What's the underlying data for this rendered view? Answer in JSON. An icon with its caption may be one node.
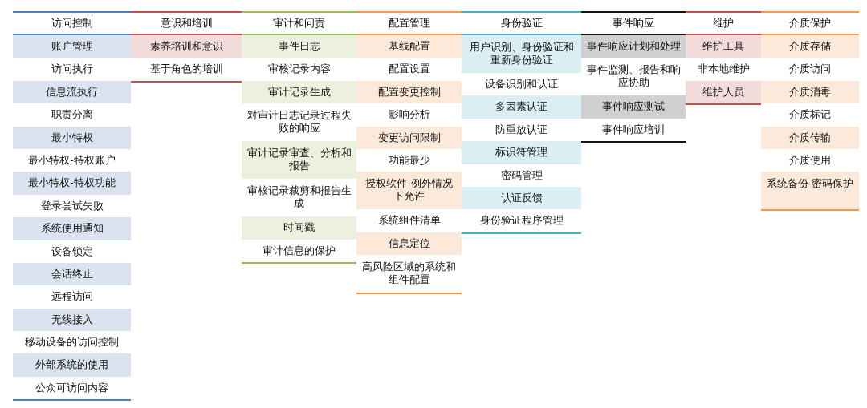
{
  "diagram": {
    "nodes": [
      {
        "text": [
          "访问控制"
        ]
      },
      {
        "text": [
          "账户管理"
        ],
        "in": 0
      },
      {
        "text": [
          "访问执行"
        ],
        "in": 0
      },
      {
        "text": [
          "信息流执行"
        ],
        "in": 0
      },
      {
        "text": [
          "职责分离"
        ],
        "in": 0
      },
      {
        "text": [
          "最小特权"
        ],
        "in": 0
      },
      {
        "text": [
          "最小特权-特权账户"
        ],
        "in": 0
      },
      {
        "text": [
          "最小特权-特权功能"
        ],
        "in": 0
      },
      {
        "text": [
          "登录尝试失败"
        ],
        "in": 0
      },
      {
        "text": [
          "系统使用通知"
        ],
        "in": 0
      },
      {
        "text": [
          "设备锁定"
        ],
        "in": 0
      },
      {
        "text": [
          "会话终止"
        ],
        "in": 0
      },
      {
        "text": [
          "远程访问"
        ],
        "in": 0
      },
      {
        "text": [
          "无线接入"
        ],
        "in": 0
      },
      {
        "text": [
          "移动设备的访问控制"
        ],
        "in": 0
      },
      {
        "text": [
          "外部系统的使用"
        ],
        "in": 0
      },
      {
        "text": [
          "公众可访问内容"
        ],
        "in": 0
      },
      {
        "text": [
          "意识和培训"
        ]
      },
      {
        "text": [
          "素养培训和意识"
        ],
        "in": 17
      },
      {
        "text": [
          "基于角色的培训"
        ],
        "in": 17
      },
      {
        "text": [
          "审计和问责"
        ]
      },
      {
        "text": [
          "事件日志"
        ],
        "in": 20
      },
      {
        "text": [
          "审核记录内容"
        ],
        "in": 20
      },
      {
        "text": [
          "审计记录生成"
        ],
        "in": 20
      },
      {
        "text": [
          "对审计日志记录过程失败的响应"
        ],
        "in": 20
      },
      {
        "text": [
          "审计记录审查、分析和报告"
        ],
        "in": 20
      },
      {
        "text": [
          "审核记录裁剪和报告生成"
        ],
        "in": 20
      },
      {
        "text": [
          "时间戳"
        ],
        "in": 20
      },
      {
        "text": [
          "审计信息的保护"
        ],
        "in": 20
      },
      {
        "text": [
          "配置管理"
        ]
      },
      {
        "text": [
          "基线配置"
        ],
        "in": 29
      },
      {
        "text": [
          "配置设置"
        ],
        "in": 29
      },
      {
        "text": [
          "配置变更控制"
        ],
        "in": 29
      },
      {
        "text": [
          "影响分析"
        ],
        "in": 29
      },
      {
        "text": [
          "变更访问限制"
        ],
        "in": 29
      },
      {
        "text": [
          "功能最少"
        ],
        "in": 29
      },
      {
        "text": [
          "授权软件-例外情况下允许"
        ],
        "in": 29
      },
      {
        "text": [
          "系统组件清单"
        ],
        "in": 29
      },
      {
        "text": [
          "信息定位"
        ],
        "in": 29
      },
      {
        "text": [
          "高风险区域的系统和组件配置"
        ],
        "in": 29
      },
      {
        "text": [
          "身份验证"
        ]
      },
      {
        "text": [
          "用户识别、身份验证和重新身份验证"
        ],
        "in": 40
      },
      {
        "text": [
          "设备识别和认证"
        ],
        "in": 40
      },
      {
        "text": [
          "多因素认证"
        ],
        "in": 40
      },
      {
        "text": [
          "防重放认证"
        ],
        "in": 40
      },
      {
        "text": [
          "标识符管理"
        ],
        "in": 40
      },
      {
        "text": [
          "密码管理"
        ],
        "in": 40
      },
      {
        "text": [
          "认证反馈"
        ],
        "in": 40
      },
      {
        "text": [
          "身份验证程序管理"
        ],
        "in": 40
      },
      {
        "text": [
          "事件响应"
        ]
      },
      {
        "text": [
          "事件响应计划和处理"
        ],
        "in": 49
      },
      {
        "text": [
          "事件监测、报告和响应协助"
        ],
        "in": 49
      },
      {
        "text": [
          "事件响应测试"
        ],
        "in": 49
      },
      {
        "text": [
          "事件响应培训"
        ],
        "in": 49
      },
      {
        "text": [
          "维护"
        ]
      },
      {
        "text": [
          "维护工具"
        ],
        "in": 54
      },
      {
        "text": [
          "非本地维护"
        ],
        "in": 54
      },
      {
        "text": [
          "维护人员"
        ],
        "in": 54
      },
      {
        "text": [
          "介质保护"
        ]
      },
      {
        "text": [
          "介质存储"
        ],
        "in": 58
      },
      {
        "text": [
          "介质访问"
        ],
        "in": 58
      },
      {
        "text": [
          "介质消毒"
        ],
        "in": 58
      },
      {
        "text": [
          "介质标记"
        ],
        "in": 58
      },
      {
        "text": [
          "介质传输"
        ],
        "in": 58
      },
      {
        "text": [
          "介质使用"
        ],
        "in": 58
      },
      {
        "text": [
          "系统备份-密码保护"
        ],
        "in": 58
      }
    ]
  }
}
